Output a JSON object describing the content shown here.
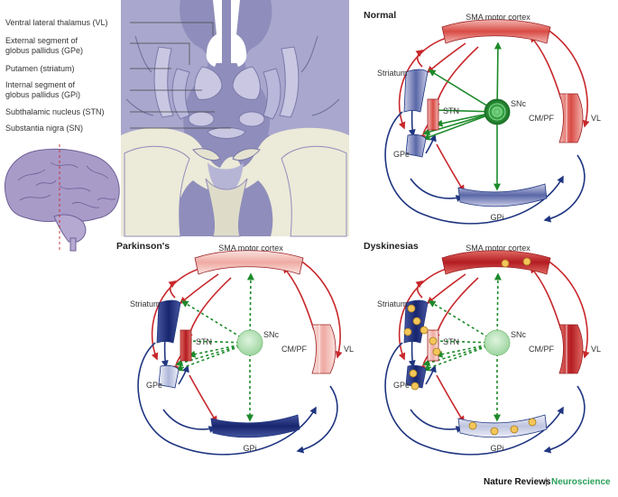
{
  "anatomy": {
    "labels": [
      {
        "text": "Ventral lateral thalamus (VL)"
      },
      {
        "text": "External segment of"
      },
      {
        "text": "globus pallidus (GPe)"
      },
      {
        "text": "Putamen (striatum)"
      },
      {
        "text": "Internal segment of"
      },
      {
        "text": "globus pallidus (GPi)"
      },
      {
        "text": "Subthalamic nucleus (STN)"
      },
      {
        "text": "Substantia nigra (SN)"
      }
    ]
  },
  "panels": [
    {
      "title": "Normal",
      "sma": "SMA motor cortex",
      "striatum": "Striatum",
      "stn": "STN",
      "snc": "SNc",
      "cmpf": "CM/PF",
      "vl": "VL",
      "gpe": "GPe",
      "gpi": "GPi"
    },
    {
      "title": "Parkinson's",
      "sma": "SMA motor cortex",
      "striatum": "Striatum",
      "stn": "STN",
      "snc": "SNc",
      "cmpf": "CM/PF",
      "vl": "VL",
      "gpe": "GPe",
      "gpi": "GPi"
    },
    {
      "title": "Dyskinesias",
      "sma": "SMA motor cortex",
      "striatum": "Striatum",
      "stn": "STN",
      "snc": "SNc",
      "cmpf": "CM/PF",
      "vl": "VL",
      "gpe": "GPe",
      "gpi": "GPi"
    }
  ],
  "footer": {
    "journal": "Nature Reviews",
    "separator": "|",
    "section": "Neuroscience"
  },
  "colors": {
    "red": "#c8282c",
    "blue": "#1f3580",
    "green": "#1d8a2a",
    "snc": "#2f9f3c",
    "accent": "#2aa05a"
  }
}
